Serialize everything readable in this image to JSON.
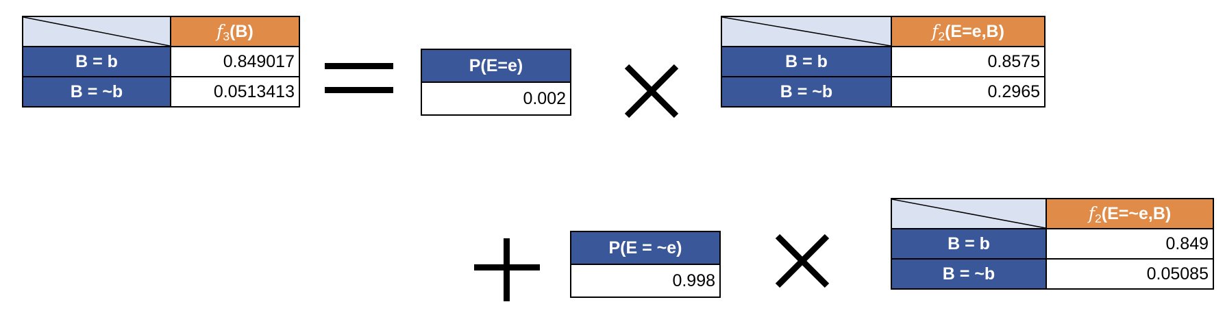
{
  "f3_table": {
    "header_symbol": "f",
    "header_sub": "3",
    "header_rest": "(B)",
    "rows": [
      {
        "label": "B = b",
        "value": "0.849017"
      },
      {
        "label": "B = ~b",
        "value": "0.0513413"
      }
    ]
  },
  "equals_sign": "=",
  "p_e_table": {
    "header": "P(E=e)",
    "value": "0.002"
  },
  "times_sign": "×",
  "f2_e_table": {
    "header_symbol": "f",
    "header_sub": "2",
    "header_rest": "(E=e,B)",
    "rows": [
      {
        "label": "B = b",
        "value": "0.8575"
      },
      {
        "label": "B = ~b",
        "value": "0.2965"
      }
    ]
  },
  "plus_sign": "+",
  "p_not_e_table": {
    "header": "P(E = ~e)",
    "value": "0.998"
  },
  "f2_not_e_table": {
    "header_symbol": "f",
    "header_sub": "2",
    "header_rest": "(E=~e,B)",
    "rows": [
      {
        "label": "B = b",
        "value": "0.849"
      },
      {
        "label": "B = ~b",
        "value": "0.05085"
      }
    ]
  },
  "colors": {
    "header_orange": "#e08b48",
    "row_blue": "#3a5899",
    "corner_light_blue": "#dae1f0"
  }
}
